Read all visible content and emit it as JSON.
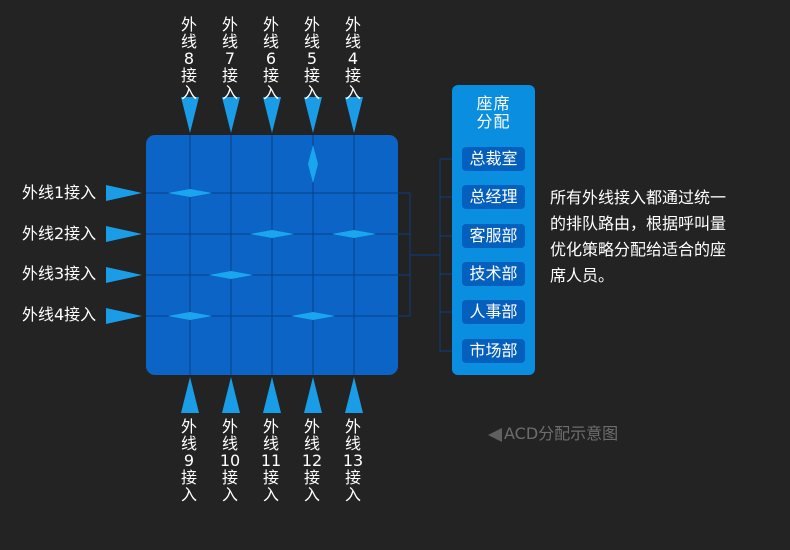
{
  "top_inputs": [
    "外线8接入",
    "外线7接入",
    "外线6接入",
    "外线5接入",
    "外线4接入"
  ],
  "bottom_inputs": [
    "外线9接入",
    "外线10接入",
    "外线11接入",
    "外线12接入",
    "外线13接入"
  ],
  "left_inputs": [
    "外线1接入",
    "外线2接入",
    "外线3接入",
    "外线4接入"
  ],
  "panel": {
    "title_line1": "座席",
    "title_line2": "分配",
    "departments": [
      "总裁室",
      "总经理",
      "客服部",
      "技术部",
      "人事部",
      "市场部"
    ]
  },
  "description": "所有外线接入都通过统一的排队路由，根据呼叫量优化策略分配给适合的座席人员。",
  "caption": "ACD分配示意图",
  "colors": {
    "background": "#232323",
    "matrix_fill": "#0b64c6",
    "arrow": "#1a9de6",
    "panel": "#0a8ee0",
    "department_button": "#0560bd",
    "caption": "#6d6d6d"
  }
}
